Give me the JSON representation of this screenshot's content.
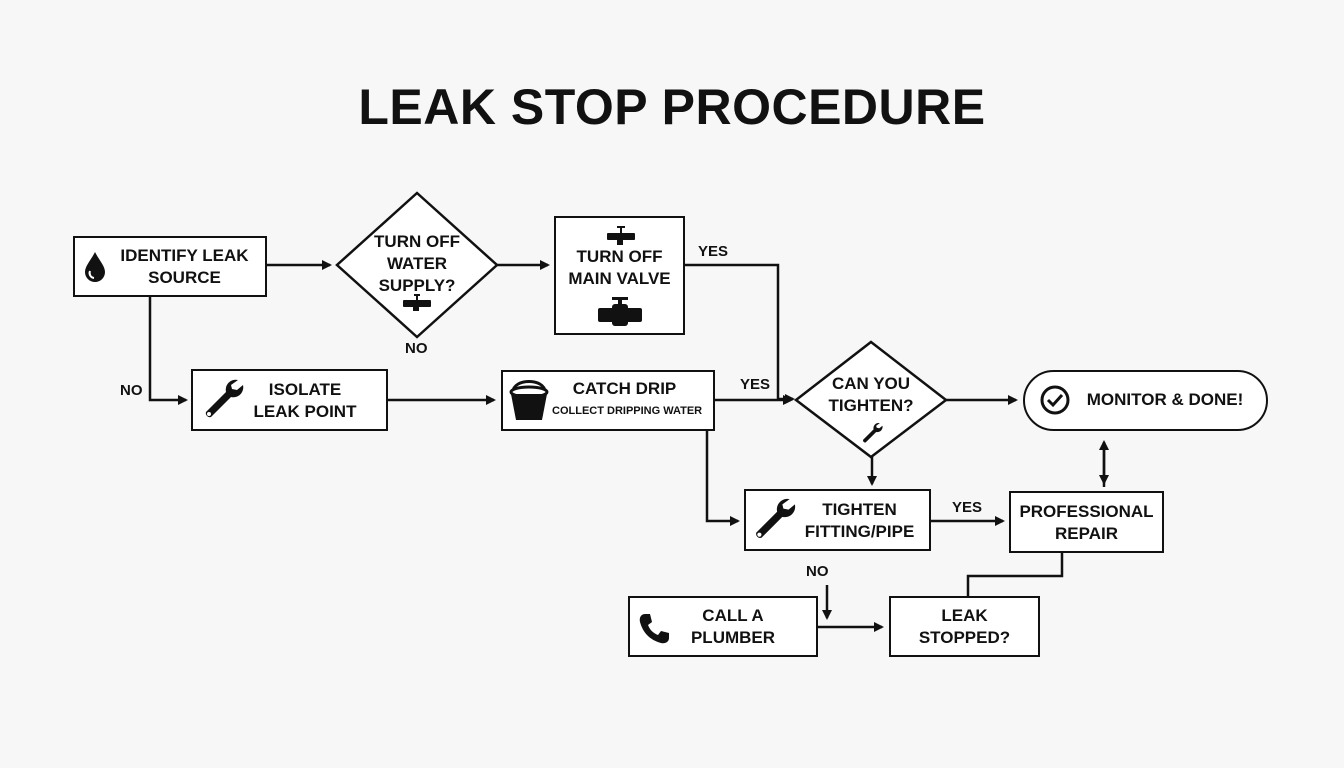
{
  "title": "LEAK STOP PROCEDURE",
  "nodes": {
    "identify": "IDENTIFY LEAK\nSOURCE",
    "turn_off_supply": "TURN OFF\nWATER\nSUPPLY?",
    "turn_off_main": "TURN OFF\nMAIN VALVE",
    "isolate": "ISOLATE\nLEAK POINT",
    "catch_drip": "CATCH DRIP",
    "catch_drip_sub": "COLLECT DRIPPING WATER",
    "can_tighten": "CAN YOU\nTIGHTEN?",
    "monitor": "MONITOR & DONE!",
    "tighten": "TIGHTEN\nFITTING/PIPE",
    "professional": "PROFESSIONAL\nREPAIR",
    "call_plumber": "CALL A\nPLUMBER",
    "leak_stopped": "LEAK\nSTOPPED?"
  },
  "edge_labels": {
    "yes_main": "YES",
    "no_supply": "NO",
    "no_identify": "NO",
    "yes_catch": "YES",
    "yes_tighten": "YES",
    "no_plumber": "NO"
  },
  "icons": {
    "identify": "water-drop-icon",
    "supply": "faucet-icon",
    "main_valve_top": "faucet-icon",
    "main_valve": "valve-icon",
    "isolate": "wrench-icon",
    "catch": "bucket-icon",
    "can_tighten": "wrench-icon",
    "monitor": "check-circle-icon",
    "tighten": "wrench-icon",
    "plumber": "phone-icon"
  }
}
